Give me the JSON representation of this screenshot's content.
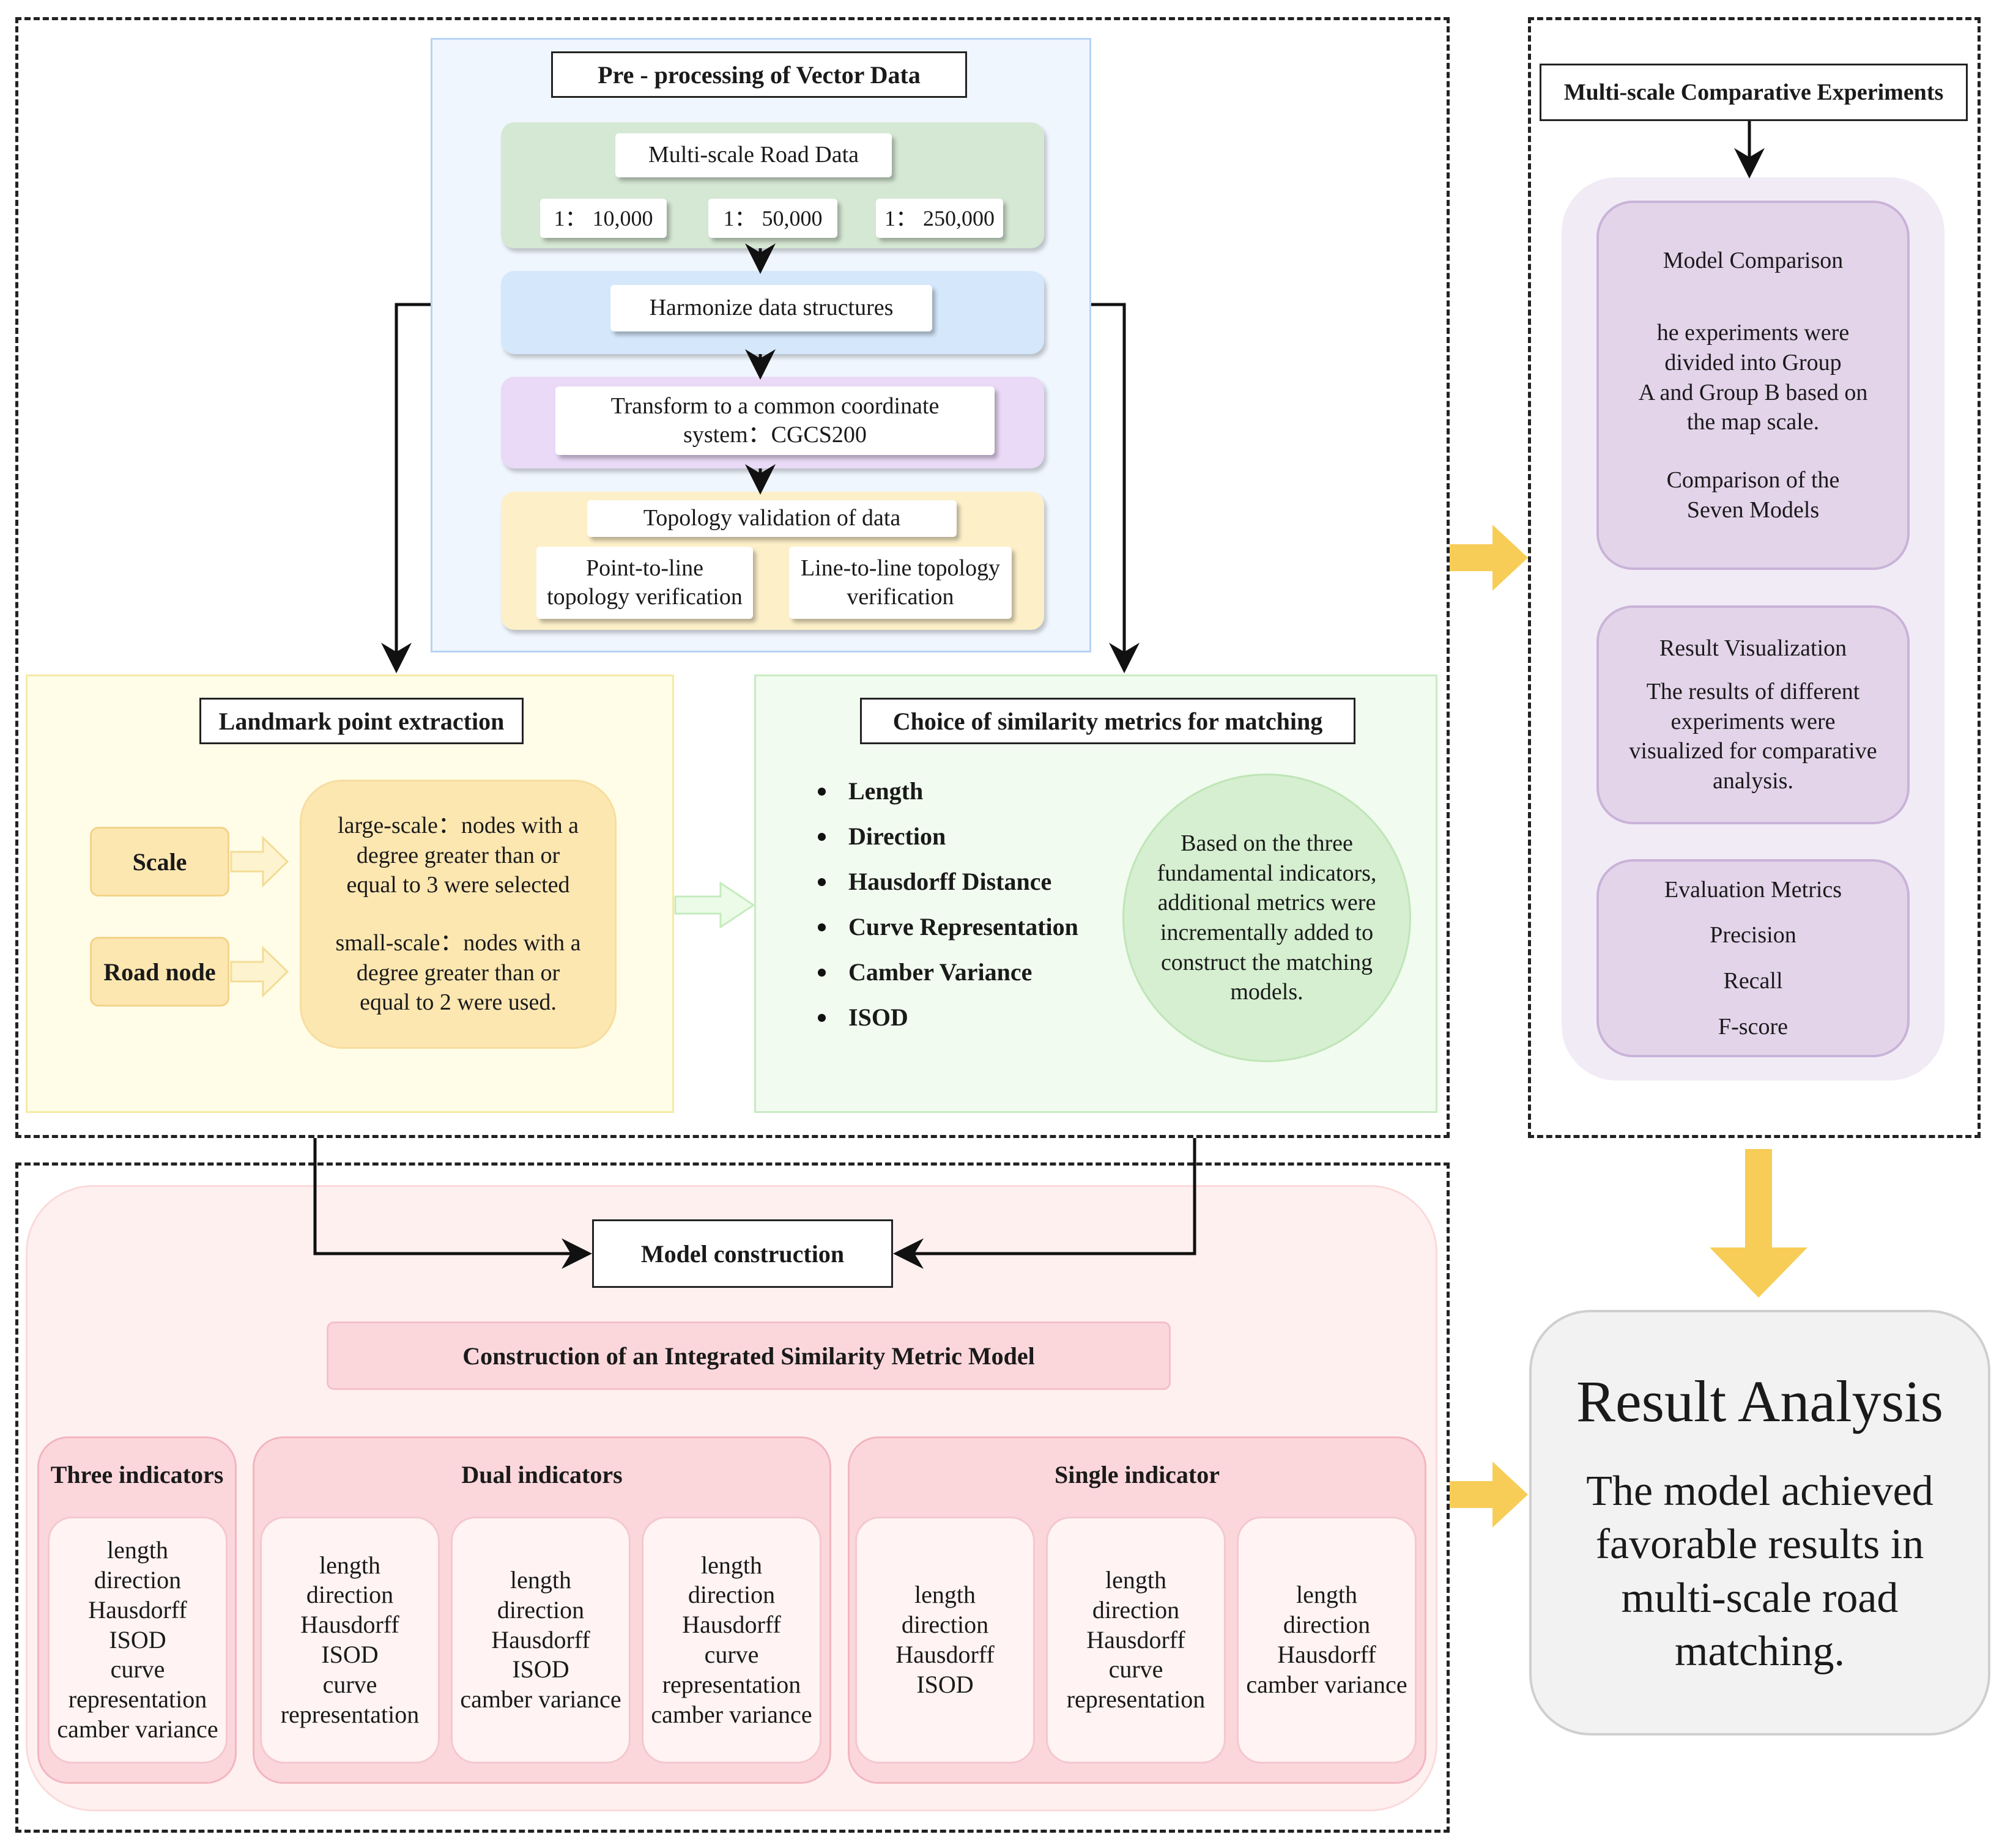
{
  "preprocessing": {
    "title": "Pre - processing of Vector Data",
    "road_data": {
      "title": "Multi-scale Road Data",
      "scales": [
        "1： 10,000",
        "1： 50,000",
        "1： 250,000"
      ]
    },
    "harmonize": "Harmonize data structures",
    "transform": [
      "Transform to a common coordinate",
      "system：CGCS200"
    ],
    "topology": {
      "title": "Topology validation of data",
      "items": [
        [
          "Point-to-line",
          "topology verification"
        ],
        [
          "Line-to-line topology",
          "verification"
        ]
      ]
    }
  },
  "landmark": {
    "title": "Landmark point extraction",
    "scale_label": "Scale",
    "road_node_label": "Road node",
    "description": {
      "large": [
        "large-scale：nodes with a",
        "degree greater than or",
        "equal to 3 were selected"
      ],
      "small": [
        "small-scale：nodes with a",
        "degree greater than or",
        "equal to 2 were used."
      ]
    }
  },
  "similarity": {
    "title": "Choice of similarity metrics for matching",
    "metrics": [
      "Length",
      "Direction",
      "Hausdorff Distance",
      "Curve Representation",
      "Camber Variance",
      "ISOD"
    ],
    "note": [
      "Based on the three",
      "fundamental indicators,",
      "additional metrics were",
      "incrementally added to",
      "construct the matching",
      "models."
    ]
  },
  "experiments": {
    "title": "Multi-scale Comparative Experiments",
    "model_comparison": {
      "title": "Model Comparison",
      "text1": [
        "he experiments were",
        "divided into Group",
        "A and Group B based on",
        "the map scale."
      ],
      "text2": [
        "Comparison of the",
        "Seven Models"
      ]
    },
    "result_visualization": {
      "title": "Result Visualization",
      "text": [
        "The results of different",
        "experiments were",
        "visualized for comparative",
        "analysis."
      ]
    },
    "evaluation": {
      "title": "Evaluation Metrics",
      "items": [
        "Precision",
        "Recall",
        "F-score"
      ]
    }
  },
  "model": {
    "title": "Model construction",
    "subtitle": "Construction of an Integrated Similarity Metric Model",
    "groups": {
      "three": {
        "title": "Three indicators",
        "boxes": [
          [
            "length",
            "direction",
            "Hausdorff",
            "ISOD",
            "curve",
            "representation",
            "camber variance"
          ]
        ]
      },
      "dual": {
        "title": "Dual indicators",
        "boxes": [
          [
            "length",
            "direction",
            "Hausdorff",
            "ISOD",
            "curve",
            "representation"
          ],
          [
            "length",
            "direction",
            "Hausdorff",
            "ISOD",
            "camber variance"
          ],
          [
            "length",
            "direction",
            "Hausdorff",
            "curve",
            "representation",
            "camber variance"
          ]
        ]
      },
      "single": {
        "title": "Single indicator",
        "boxes": [
          [
            "length",
            "direction",
            "Hausdorff",
            "ISOD"
          ],
          [
            "length",
            "direction",
            "Hausdorff",
            "curve",
            "representation"
          ],
          [
            "length",
            "direction",
            "Hausdorff",
            "camber variance"
          ]
        ]
      }
    }
  },
  "result": {
    "title": "Result Analysis",
    "text": [
      "The model achieved",
      "favorable  results in",
      "multi-scale road",
      "matching."
    ]
  },
  "colors": {
    "dashed_border": "#222222",
    "preprocessing_bg": "#f0f6fe",
    "road_data_band": "#d5e8d4",
    "harmonize_band": "#d4e7fb",
    "transform_band": "#ead9f7",
    "topology_band": "#fdf0c9",
    "landmark_bg": "#fffde8",
    "similarity_bg": "#f1fbef",
    "note_circle": "#d5efd0",
    "purple": "#e3d4ea",
    "model_bg": "#fff0f0",
    "accent_arrow": "#f7cd58",
    "result_bg": "#f2f2f2"
  }
}
